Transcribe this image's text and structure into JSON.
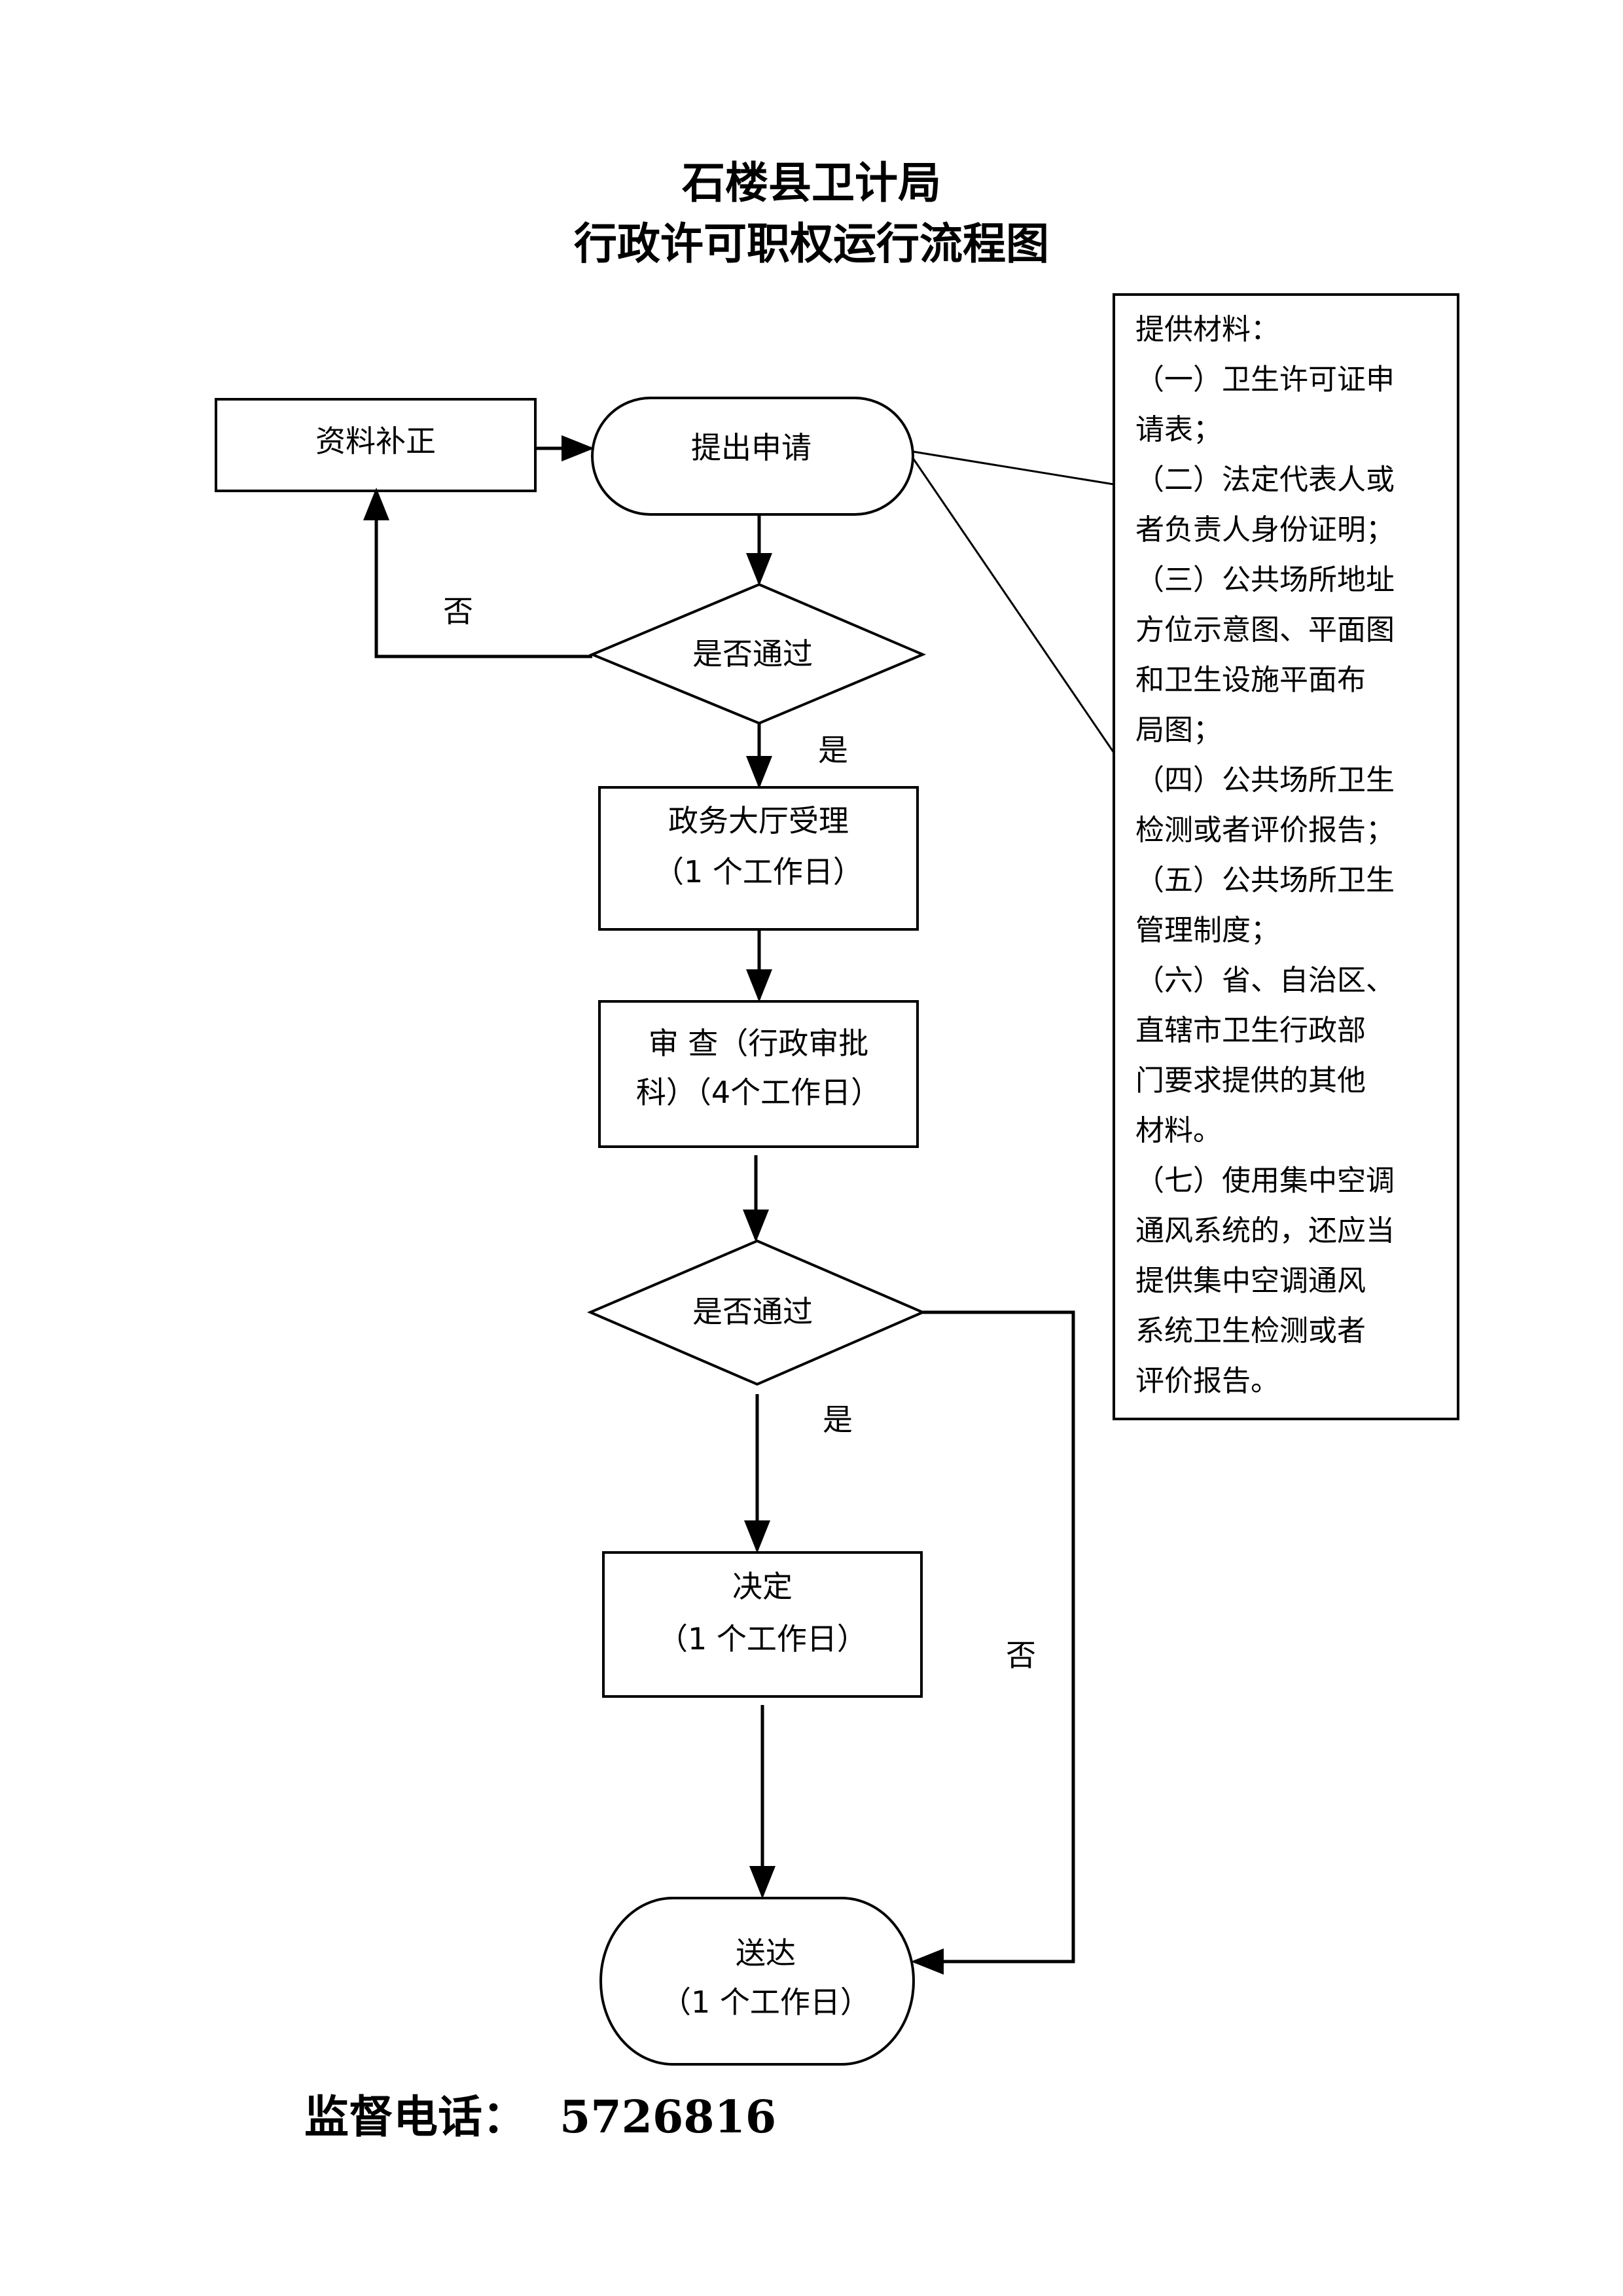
{
  "title": {
    "line1": "石楼县卫计局",
    "line2": "行政许可职权运行流程图"
  },
  "nodes": {
    "supplement": "资料补正",
    "apply": "提出申请",
    "check1": "是否通过",
    "accept_line1": "政务大厅受理",
    "accept_line2": "（1 个工作日）",
    "review_line1": "审 查（行政审批",
    "review_line2": "科）（4个工作日）",
    "check2": "是否通过",
    "decide_line1": "决定",
    "decide_line2": "（1 个工作日）",
    "deliver_line1": "送达",
    "deliver_line2": "（1 个工作日）"
  },
  "edges": {
    "no1": "否",
    "yes1": "是",
    "yes2": "是",
    "no2": "否"
  },
  "materials": {
    "lines": [
      "提供材料：",
      "（一）卫生许可证申",
      "请表；",
      "（二）法定代表人或",
      "者负责人身份证明；",
      "（三）公共场所地址",
      "方位示意图、平面图",
      "和卫生设施平面布",
      "局图；",
      "（四）公共场所卫生",
      "检测或者评价报告；",
      "（五）公共场所卫生",
      "管理制度；",
      "（六）省、自治区、",
      "直辖市卫生行政部",
      "门要求提供的其他",
      "材料。",
      "（七）使用集中空调",
      "通风系统的，还应当",
      "提供集中空调通风",
      "系统卫生检测或者",
      "评价报告。"
    ]
  },
  "footer": {
    "label": "监督电话：",
    "phone": "5726816"
  }
}
